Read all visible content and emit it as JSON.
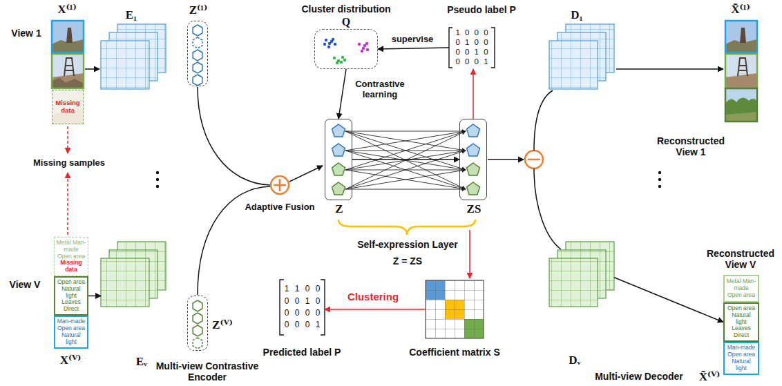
{
  "diagram": {
    "nodes": [
      {
        "text": [
          "Missing data"
        ]
      },
      {
        "text": [
          "Metal Man-made Open area",
          "Missing data"
        ]
      },
      {
        "text": [
          "Open area Natural light Leaves Direct"
        ]
      },
      {
        "text": [
          "Man-made Open area Natural light"
        ]
      },
      {
        "text": [
          "E₁"
        ]
      },
      {
        "text": [
          "Eᵥ"
        ]
      },
      {
        "text": [
          "Z⁽¹⁾"
        ]
      },
      {
        "text": [
          "Z⁽ⱽ⁾"
        ]
      },
      {
        "text": [
          "Cluster distribution",
          "Q"
        ]
      },
      {
        "text": [
          "Z"
        ]
      },
      {
        "text": [
          "Pseudo label P",
          "1 0 0 0",
          "0 1 0 0",
          "0 0 1 0",
          "0 0 0 1"
        ]
      },
      {
        "text": [
          "ZS"
        ]
      },
      {
        "text": [
          "1 1 0 0",
          "0 0 1 0",
          "0 0 0 0",
          "0 0 0 1",
          "Predicted label P"
        ]
      },
      {
        "text": [
          "Coefficient matrix S"
        ]
      },
      {
        "text": [
          "D₁"
        ]
      },
      {
        "text": [
          "Dᵥ"
        ]
      },
      {
        "text": [
          "Metal Man-made Open area"
        ]
      },
      {
        "text": [
          "Open area Natural light Leaves Direct"
        ]
      },
      {
        "text": [
          "Man-made Open area Natural light"
        ]
      }
    ],
    "edges": [
      {
        "from": 2,
        "to": 5,
        "arrow": "to"
      },
      {
        "from": 10,
        "to": 8,
        "arrow": "to"
      },
      {
        "from": 8,
        "to": 9,
        "arrow": "to"
      },
      {
        "from": 9,
        "to": 11,
        "arrow": "to"
      },
      {
        "from": 11,
        "to": 10,
        "arrow": "to"
      },
      {
        "from": 13,
        "to": 12,
        "arrow": "to"
      },
      {
        "from": 15,
        "to": 17,
        "arrow": "to"
      }
    ],
    "labels": [
      "X⁽¹⁾",
      "View 1",
      "Missing samples",
      "View V",
      "X⁽ⱽ⁾",
      "Multi-view Contrastive Encoder",
      "Adaptive Fusion",
      "supervise",
      "Contrastive learning",
      "Self-expression Layer",
      "Z = ZS",
      "Clustering",
      "X̃⁽¹⁾",
      "Reconstructed View 1",
      "Reconstructed View V",
      "X̃⁽ⱽ⁾",
      "Multi-view Decoder"
    ]
  }
}
